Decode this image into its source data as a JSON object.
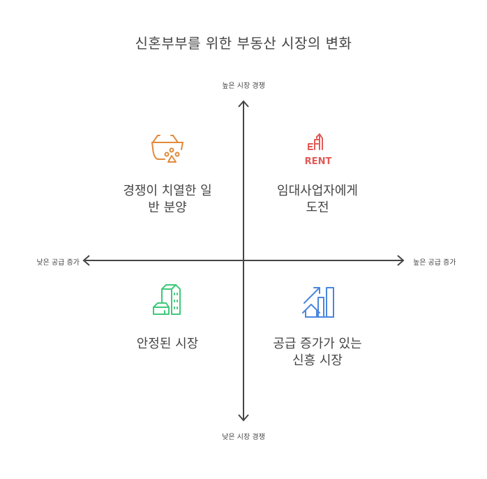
{
  "title": "신혼부부를 위한 부동산 시장의 변화",
  "axes": {
    "y_top": "높은 시장 경쟁",
    "y_bottom": "낮은 시장 경쟁",
    "x_left": "낮은 공급 증가",
    "x_right": "높은 공급 증가"
  },
  "quadrants": {
    "top_left": {
      "line1": "경쟁이 치열한 일",
      "line2": "반 분양",
      "icon": "shopping-basket-icon",
      "color": "#E08A3C"
    },
    "top_right": {
      "line1": "임대사업자에게",
      "line2": "도전",
      "icon": "rent-building-icon",
      "icon_text": "RENT",
      "color": "#E05A56"
    },
    "bottom_left": {
      "line1": "안정된 시장",
      "line2": "",
      "icon": "buildings-house-icon",
      "color": "#3EC97A"
    },
    "bottom_right": {
      "line1": "공급 증가가 있는",
      "line2": "신흥 시장",
      "icon": "rising-chart-house-icon",
      "color": "#4A86DE"
    }
  },
  "colors": {
    "axis": "#444444",
    "text": "#444444",
    "background": "#FFFFFF"
  }
}
